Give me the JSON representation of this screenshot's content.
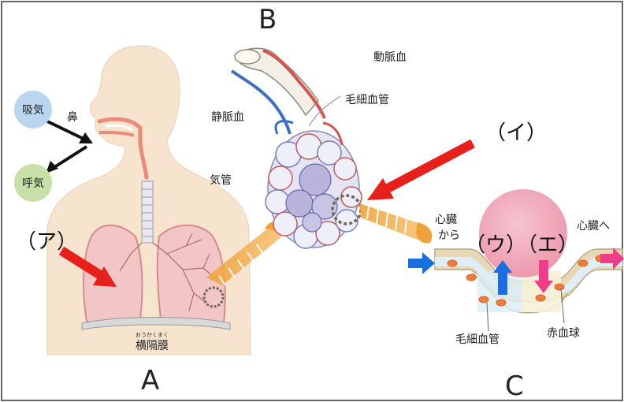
{
  "panels": {
    "a": "A",
    "b": "B",
    "c": "C"
  },
  "breath": {
    "inhale": "吸気",
    "exhale": "呼気",
    "nose": "鼻"
  },
  "labels_a": {
    "trachea": "気管",
    "diaphragm_ruby": "おうかくまく",
    "diaphragm": "横隔膜",
    "marker": "（ア）"
  },
  "labels_b": {
    "artery": "動脈血",
    "vein": "静脈血",
    "capillary": "毛細血管",
    "marker": "（イ）"
  },
  "labels_c": {
    "from_heart_1": "心臓",
    "from_heart_2": "から",
    "to_heart": "心臓へ",
    "marker_u": "（ウ）",
    "marker_e": "（エ）",
    "capillary": "毛細血管",
    "rbc": "赤血球"
  },
  "colors": {
    "red_arrow": "#e8201c",
    "blue_arrow": "#1a6fe0",
    "pink_arrow": "#ef3d8a",
    "cone": "#f5a53a",
    "alveolus": "#f0a9b8",
    "inhale_bubble": "#b9d6ee",
    "exhale_bubble": "#c7e0a8"
  }
}
